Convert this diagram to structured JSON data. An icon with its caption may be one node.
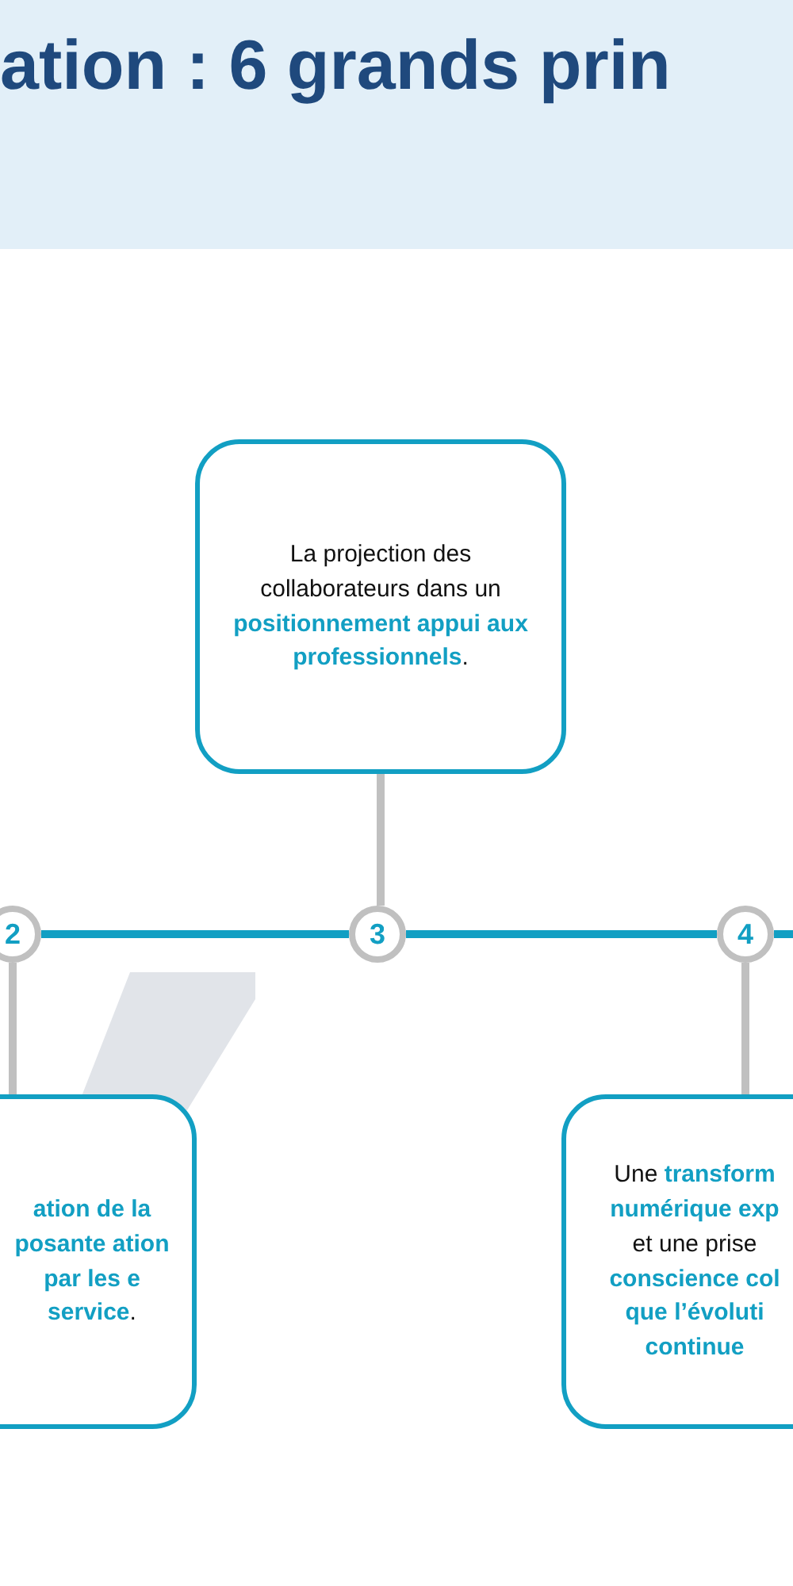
{
  "diagram": {
    "title": "ation : 6 grands prin",
    "nodes": [
      {
        "text": [
          "La projection des collaborateurs dans un **positionnement appui aux professionnels**."
        ]
      },
      {
        "text": [
          "2"
        ]
      },
      {
        "text": [
          "3"
        ]
      },
      {
        "text": [
          "4"
        ]
      },
      {
        "text": [
          "**ation de la posante ation par les e service**."
        ]
      },
      {
        "text": [
          "Une **transform numérique exp** et une prise **conscience col que l’évoluti continue**"
        ]
      }
    ],
    "edges": [
      {
        "from": 0,
        "to": 2,
        "arrow": "none"
      },
      {
        "from": 1,
        "to": 2,
        "arrow": "none",
        "color": "#129fc3"
      },
      {
        "from": 2,
        "to": 3,
        "arrow": "none",
        "color": "#129fc3"
      },
      {
        "from": 3,
        "to": null,
        "arrow": "none",
        "color": "#129fc3"
      },
      {
        "from": 1,
        "to": 4,
        "arrow": "none"
      },
      {
        "from": 3,
        "to": 5,
        "arrow": "none"
      }
    ]
  }
}
